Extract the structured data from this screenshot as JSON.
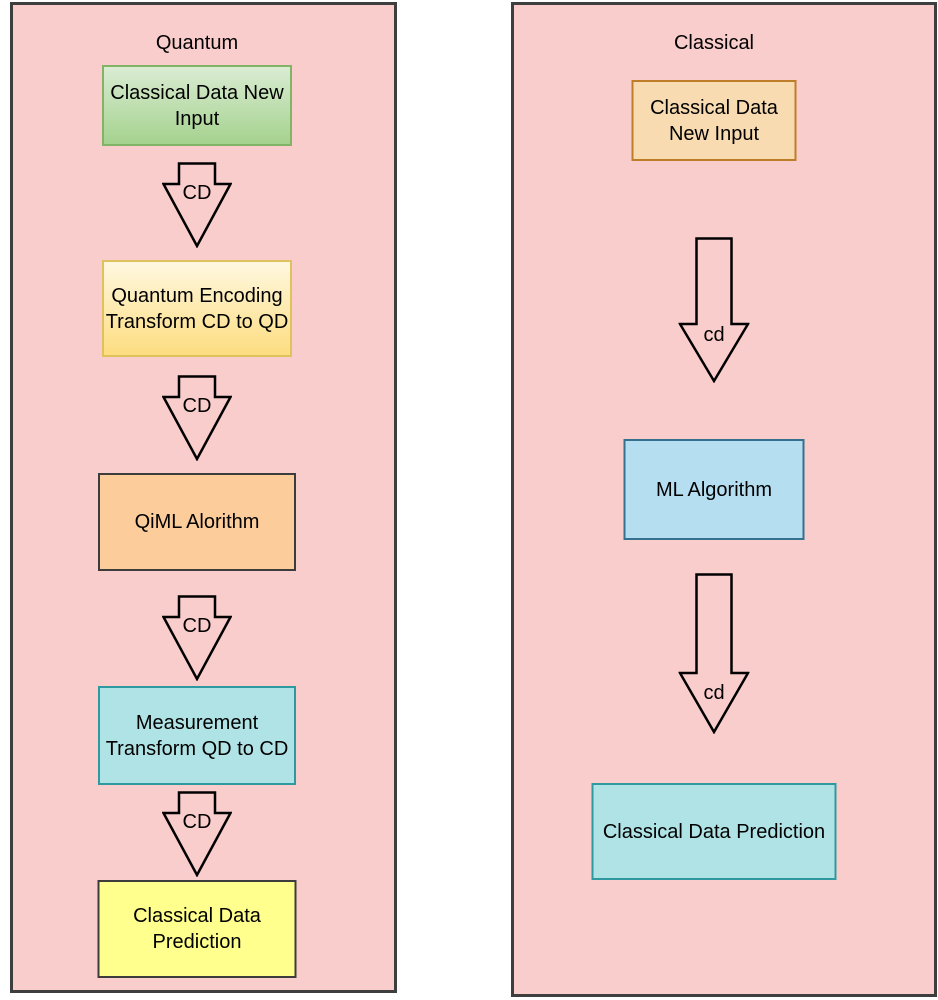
{
  "quantum": {
    "title": "Quantum",
    "nodes": {
      "input": "Classical Data New\nInput",
      "encoding": "Quantum Encoding\nTransform CD to QD",
      "algorithm": "QiML Alorithm",
      "measurement": "Measurement\nTransform QD to CD",
      "prediction": "Classical Data\nPrediction"
    },
    "arrows": {
      "a1": "CD",
      "a2": "CD",
      "a3": "CD",
      "a4": "CD"
    }
  },
  "classical": {
    "title": "Classical",
    "nodes": {
      "input": "Classical Data\nNew Input",
      "algorithm": "ML Algorithm",
      "prediction": "Classical Data Prediction"
    },
    "arrows": {
      "a1": "cd",
      "a2": "cd"
    }
  },
  "colors": {
    "panel_fill": "#F9CDCB",
    "panel_border": "#3E3E3E",
    "node_green_top": "#DAECD3",
    "node_green_bottom": "#A5D28E",
    "node_green_border": "#82B366",
    "node_gold_top": "#FFF8E0",
    "node_gold_bottom": "#FDDD80",
    "node_gold_border": "#DFC25E",
    "node_orange_fill": "#FCCC9B",
    "node_orange_border": "#3C3C3C",
    "node_teal_fill": "#B0E3E6",
    "node_teal_border": "#2E9AA0",
    "node_yellow_fill": "#FFFF8D",
    "node_yellow_border": "#3C3C3C",
    "node_peach_fill": "#F8DBB0",
    "node_peach_border": "#BE7D28",
    "node_blue_fill": "#B5DEF0",
    "node_blue_border": "#35708E",
    "arrow_stroke": "#000000",
    "text": "#000000"
  }
}
